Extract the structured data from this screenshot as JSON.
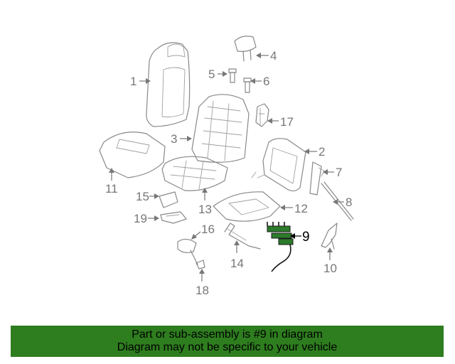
{
  "diagram": {
    "callouts": [
      {
        "id": "1",
        "label": "1"
      },
      {
        "id": "2",
        "label": "2"
      },
      {
        "id": "3",
        "label": "3"
      },
      {
        "id": "4",
        "label": "4"
      },
      {
        "id": "5",
        "label": "5"
      },
      {
        "id": "6",
        "label": "6"
      },
      {
        "id": "7",
        "label": "7"
      },
      {
        "id": "8",
        "label": "8"
      },
      {
        "id": "9",
        "label": "9",
        "highlighted": true
      },
      {
        "id": "10",
        "label": "10"
      },
      {
        "id": "11",
        "label": "11"
      },
      {
        "id": "12",
        "label": "12"
      },
      {
        "id": "13",
        "label": "13"
      },
      {
        "id": "14",
        "label": "14"
      },
      {
        "id": "15",
        "label": "15"
      },
      {
        "id": "16",
        "label": "16"
      },
      {
        "id": "17",
        "label": "17"
      },
      {
        "id": "18",
        "label": "18"
      },
      {
        "id": "19",
        "label": "19"
      }
    ],
    "highlight_color": "#2c7a2c",
    "line_color": "#888888"
  },
  "banner": {
    "line1": "Part or sub-assembly is #9 in diagram",
    "line2": "Diagram may not be specific to your vehicle",
    "background": "#2e7d1f"
  }
}
